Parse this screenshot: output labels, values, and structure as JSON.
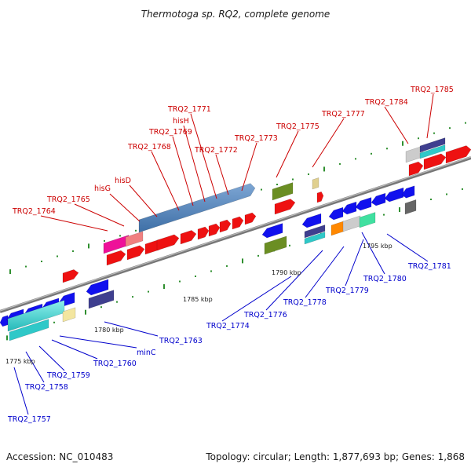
{
  "title": "Thermotoga sp. RQ2, complete genome",
  "footer": {
    "accession": "Accession: NC_010483",
    "summary": "Topology: circular; Length: 1,877,693 bp; Genes: 1,868"
  },
  "colors": {
    "forward_label": "#cc0000",
    "reverse_label": "#0000cc"
  },
  "axis_ticks": [
    "1775 kbp",
    "1780 kbp",
    "1785 kbp",
    "1790 kbp",
    "1795 kbp"
  ],
  "labels": {
    "forward": [
      "TRQ2_1764",
      "TRQ2_1765",
      "hisG",
      "hisD",
      "TRQ2_1768",
      "TRQ2_1769",
      "hisH",
      "TRQ2_1771",
      "TRQ2_1772",
      "TRQ2_1773",
      "TRQ2_1775",
      "TRQ2_1777",
      "TRQ2_1784",
      "TRQ2_1785"
    ],
    "reverse": [
      "TRQ2_1757",
      "TRQ2_1758",
      "TRQ2_1759",
      "TRQ2_1760",
      "minC",
      "TRQ2_1763",
      "TRQ2_1774",
      "TRQ2_1776",
      "TRQ2_1778",
      "TRQ2_1779",
      "TRQ2_1780",
      "TRQ2_1781"
    ]
  }
}
